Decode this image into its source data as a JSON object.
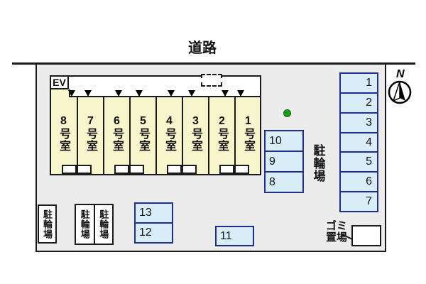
{
  "page": {
    "road_label": "道路",
    "compass_n": "N"
  },
  "building": {
    "elevator": "EV",
    "rooms": [
      "8号室",
      "7号室",
      "6号室",
      "5号室",
      "4号室",
      "3号室",
      "2号室",
      "1号室"
    ]
  },
  "parking": {
    "right_column": [
      "1",
      "2",
      "3",
      "4",
      "5",
      "6",
      "7"
    ],
    "middle_column": [
      "10",
      "9",
      "8"
    ],
    "lower_pair": [
      "13",
      "12"
    ],
    "space11": "11"
  },
  "bicycle": {
    "label_right": "駐輪場",
    "label_box1": "駐輪場",
    "label_box2": "駐輪場",
    "label_box3": "駐輪場"
  },
  "garbage": {
    "label": "ゴミ\n置場"
  },
  "colors": {
    "site_background": "#ececec",
    "room_fill": "#f8f4cb",
    "parking_fill": "#d8edf8",
    "parking_border": "#20308a",
    "line_black": "#1a1a1a",
    "marker_green": "#18a018"
  }
}
